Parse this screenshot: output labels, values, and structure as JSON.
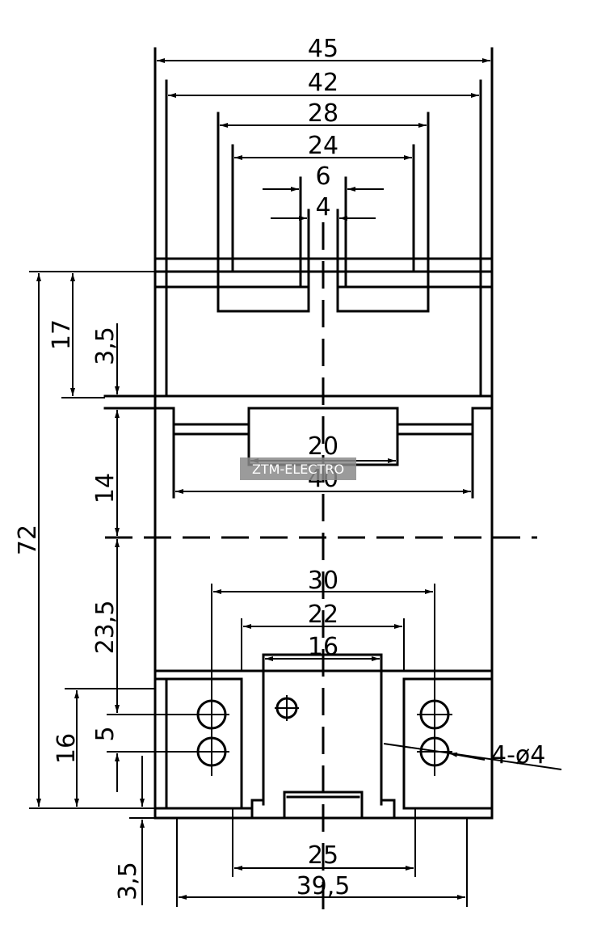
{
  "watermark": "ZTM-ELECTRO",
  "dimensions": {
    "d45": "45",
    "d42": "42",
    "d28": "28",
    "d24": "24",
    "d6": "6",
    "d4": "4",
    "d20": "20",
    "d40": "40",
    "d30": "30",
    "d22": "22",
    "d16h": "16",
    "d25": "25",
    "d39_5": "39,5",
    "d72": "72",
    "d17": "17",
    "d3_5a": "3,5",
    "d14": "14",
    "d23_5": "23,5",
    "d16v": "16",
    "d5": "5",
    "d3_5b": "3,5",
    "hole": "4-ø4"
  }
}
